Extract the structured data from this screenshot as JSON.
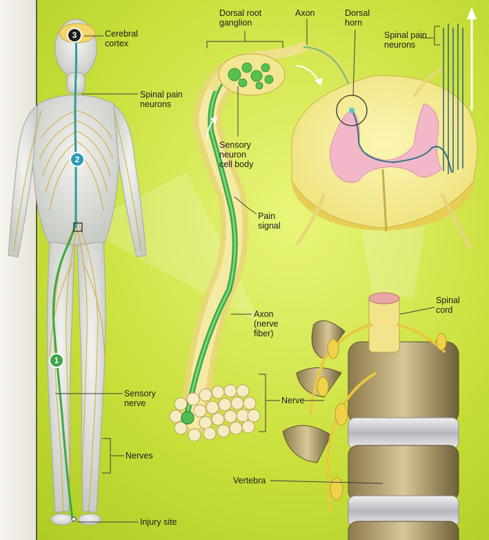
{
  "labels": {
    "cerebral_cortex_1": "Cerebral",
    "cerebral_cortex_2": "cortex",
    "spinal_pain_neurons_left_1": "Spinal pain",
    "spinal_pain_neurons_left_2": "neurons",
    "dorsal_root_ganglion_1": "Dorsal root",
    "dorsal_root_ganglion_2": "ganglion",
    "axon_top": "Axon",
    "dorsal_horn_1": "Dorsal",
    "dorsal_horn_2": "horn",
    "spinal_pain_neurons_right_1": "Spinal pain",
    "spinal_pain_neurons_right_2": "neurons",
    "sensory_neuron_1": "Sensory",
    "sensory_neuron_2": "neuron",
    "sensory_neuron_3": "cell body",
    "pain_signal_1": "Pain",
    "pain_signal_2": "signal",
    "axon_nerve_fiber_1": "Axon",
    "axon_nerve_fiber_2": "(nerve",
    "axon_nerve_fiber_3": "fiber)",
    "spinal_cord_1": "Spinal",
    "spinal_cord_2": "cord",
    "nerve": "Nerve",
    "vertebra": "Vertebra",
    "sensory_nerve_1": "Sensory",
    "sensory_nerve_2": "nerve",
    "nerves": "Nerves",
    "injury_site": "Injury site"
  },
  "markers": {
    "step1": "1",
    "step2": "2",
    "step3": "3"
  },
  "colors": {
    "background": "#c9df3a",
    "sensory_pathway": "#3aa845",
    "spinal_pathway": "#2e9a9a",
    "nerves": "#d6a531",
    "grey_matter": "#f2b7c8",
    "white_matter": "#f6ef9e"
  }
}
